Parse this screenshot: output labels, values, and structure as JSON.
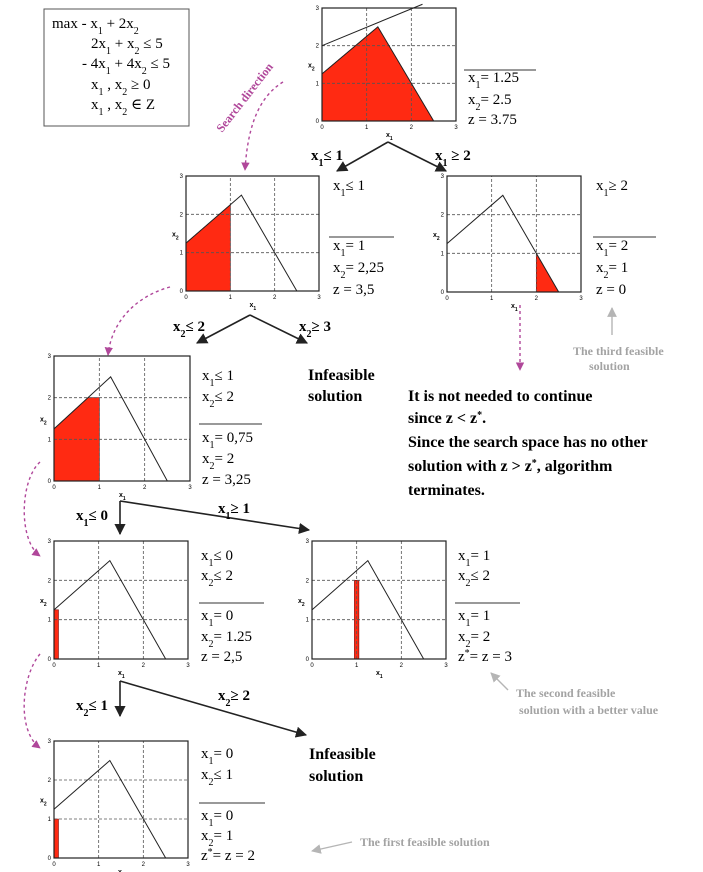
{
  "problem": {
    "lines": [
      {
        "parts": [
          [
            "max  - x",
            ""
          ],
          [
            "1",
            "sub"
          ],
          [
            " + 2x",
            ""
          ],
          [
            "2",
            "sub"
          ]
        ]
      },
      {
        "parts": [
          [
            "2x",
            ""
          ],
          [
            "1",
            "sub"
          ],
          [
            " +   x",
            ""
          ],
          [
            "2",
            "sub"
          ],
          [
            " ≤ 5",
            ""
          ]
        ]
      },
      {
        "parts": [
          [
            "- 4x",
            ""
          ],
          [
            "1",
            "sub"
          ],
          [
            " + 4x",
            ""
          ],
          [
            "2",
            "sub"
          ],
          [
            " ≤ 5",
            ""
          ]
        ]
      },
      {
        "parts": [
          [
            "x",
            ""
          ],
          [
            "1",
            "sub"
          ],
          [
            " , x",
            ""
          ],
          [
            "2",
            "sub"
          ],
          [
            " ≥ 0",
            ""
          ]
        ]
      },
      {
        "parts": [
          [
            "x",
            ""
          ],
          [
            "1",
            "sub"
          ],
          [
            " , x",
            ""
          ],
          [
            "2",
            "sub"
          ],
          [
            " ∈ Z",
            ""
          ]
        ]
      }
    ]
  },
  "search_direction": "Search direction",
  "nodes": {
    "root": {
      "constraints": [],
      "solution": [
        {
          "parts": [
            [
              "x",
              ""
            ],
            [
              "1",
              "sub"
            ],
            [
              "= 1.25",
              ""
            ]
          ]
        },
        {
          "parts": [
            [
              "x",
              ""
            ],
            [
              "2",
              "sub"
            ],
            [
              "= 2.5",
              ""
            ]
          ]
        },
        {
          "parts": [
            [
              "z = 3.75",
              ""
            ]
          ]
        }
      ]
    },
    "n1": {
      "constraints": [
        {
          "parts": [
            [
              "x",
              ""
            ],
            [
              "1",
              "sub"
            ],
            [
              "≤ 1",
              ""
            ]
          ]
        }
      ],
      "solution": [
        {
          "parts": [
            [
              "x",
              ""
            ],
            [
              "1",
              "sub"
            ],
            [
              "= 1",
              ""
            ]
          ]
        },
        {
          "parts": [
            [
              "x",
              ""
            ],
            [
              "2",
              "sub"
            ],
            [
              "= 2,25",
              ""
            ]
          ]
        },
        {
          "parts": [
            [
              "z = 3,5",
              ""
            ]
          ]
        }
      ]
    },
    "n2": {
      "constraints": [
        {
          "parts": [
            [
              "x",
              ""
            ],
            [
              "1",
              "sub"
            ],
            [
              "≥ 2",
              ""
            ]
          ]
        }
      ],
      "solution": [
        {
          "parts": [
            [
              "x",
              ""
            ],
            [
              "1",
              "sub"
            ],
            [
              "= 2",
              ""
            ]
          ]
        },
        {
          "parts": [
            [
              "x",
              ""
            ],
            [
              "2",
              "sub"
            ],
            [
              "= 1",
              ""
            ]
          ]
        },
        {
          "parts": [
            [
              "z = 0",
              ""
            ]
          ]
        }
      ]
    },
    "n3": {
      "constraints": [
        {
          "parts": [
            [
              "x",
              ""
            ],
            [
              "1",
              "sub"
            ],
            [
              "≤ 1",
              ""
            ]
          ]
        },
        {
          "parts": [
            [
              "x",
              ""
            ],
            [
              "2",
              "sub"
            ],
            [
              "≤ 2",
              ""
            ]
          ]
        }
      ],
      "solution": [
        {
          "parts": [
            [
              "x",
              ""
            ],
            [
              "1",
              "sub"
            ],
            [
              "= 0,75",
              ""
            ]
          ]
        },
        {
          "parts": [
            [
              "x",
              ""
            ],
            [
              "2",
              "sub"
            ],
            [
              "= 2",
              ""
            ]
          ]
        },
        {
          "parts": [
            [
              "z = 3,25",
              ""
            ]
          ]
        }
      ]
    },
    "n4": {
      "constraints": [
        {
          "parts": [
            [
              "x",
              ""
            ],
            [
              "1",
              "sub"
            ],
            [
              "≤ 0",
              ""
            ]
          ]
        },
        {
          "parts": [
            [
              "x",
              ""
            ],
            [
              "2",
              "sub"
            ],
            [
              "≤ 2",
              ""
            ]
          ]
        }
      ],
      "solution": [
        {
          "parts": [
            [
              "x",
              ""
            ],
            [
              "1",
              "sub"
            ],
            [
              "= 0",
              ""
            ]
          ]
        },
        {
          "parts": [
            [
              "x",
              ""
            ],
            [
              "2",
              "sub"
            ],
            [
              "= 1.25",
              ""
            ]
          ]
        },
        {
          "parts": [
            [
              "z = 2,5",
              ""
            ]
          ]
        }
      ]
    },
    "n5": {
      "constraints": [
        {
          "parts": [
            [
              "x",
              ""
            ],
            [
              "1",
              "sub"
            ],
            [
              "= 1",
              ""
            ]
          ]
        },
        {
          "parts": [
            [
              "x",
              ""
            ],
            [
              "2",
              "sub"
            ],
            [
              "≤ 2",
              ""
            ]
          ]
        }
      ],
      "solution": [
        {
          "parts": [
            [
              "x",
              ""
            ],
            [
              "1",
              "sub"
            ],
            [
              "= 1",
              ""
            ]
          ]
        },
        {
          "parts": [
            [
              "x",
              ""
            ],
            [
              "2",
              "sub"
            ],
            [
              "= 2",
              ""
            ]
          ]
        },
        {
          "parts": [
            [
              "z",
              ""
            ],
            [
              "*",
              "sup"
            ],
            [
              "= z = 3",
              ""
            ]
          ]
        }
      ]
    },
    "n6": {
      "constraints": [
        {
          "parts": [
            [
              "x",
              ""
            ],
            [
              "1",
              "sub"
            ],
            [
              "= 0",
              ""
            ]
          ]
        },
        {
          "parts": [
            [
              "x",
              ""
            ],
            [
              "2",
              "sub"
            ],
            [
              "≤ 1",
              ""
            ]
          ]
        }
      ],
      "solution": [
        {
          "parts": [
            [
              "x",
              ""
            ],
            [
              "1",
              "sub"
            ],
            [
              "= 0",
              ""
            ]
          ]
        },
        {
          "parts": [
            [
              "x",
              ""
            ],
            [
              "2",
              "sub"
            ],
            [
              "= 1",
              ""
            ]
          ]
        },
        {
          "parts": [
            [
              "z",
              ""
            ],
            [
              "*",
              "sup"
            ],
            [
              "= z = 2",
              ""
            ]
          ]
        }
      ]
    }
  },
  "branches": {
    "root_left": {
      "parts": [
        [
          "x",
          ""
        ],
        [
          "1",
          "sub"
        ],
        [
          "≤ 1",
          ""
        ]
      ]
    },
    "root_right": {
      "parts": [
        [
          "x",
          ""
        ],
        [
          "1",
          "sub"
        ],
        [
          " ≥ 2",
          ""
        ]
      ]
    },
    "n1_left": {
      "parts": [
        [
          "x",
          ""
        ],
        [
          "2",
          "sub"
        ],
        [
          "≤ 2",
          ""
        ]
      ]
    },
    "n1_right": {
      "parts": [
        [
          "x",
          ""
        ],
        [
          "2",
          "sub"
        ],
        [
          "≥ 3",
          ""
        ]
      ]
    },
    "n3_left": {
      "parts": [
        [
          "x",
          ""
        ],
        [
          "1",
          "sub"
        ],
        [
          "≤ 0",
          ""
        ]
      ]
    },
    "n3_right": {
      "parts": [
        [
          "x",
          ""
        ],
        [
          "1",
          "sub"
        ],
        [
          "≥ 1",
          ""
        ]
      ]
    },
    "n4_left": {
      "parts": [
        [
          "x",
          ""
        ],
        [
          "2",
          "sub"
        ],
        [
          "≤ 1",
          ""
        ]
      ]
    },
    "n4_right": {
      "parts": [
        [
          "x",
          ""
        ],
        [
          "2",
          "sub"
        ],
        [
          "≥ 2",
          ""
        ]
      ]
    }
  },
  "infeasible_1": [
    "Infeasible",
    "solution"
  ],
  "infeasible_2": [
    "Infeasible",
    "solution"
  ],
  "termination": {
    "lines": [
      {
        "parts": [
          [
            "It is not needed to continue",
            ""
          ]
        ]
      },
      {
        "parts": [
          [
            "since  z < z",
            ""
          ],
          [
            "*",
            "sup"
          ],
          [
            ".",
            ""
          ]
        ]
      },
      {
        "parts": [
          [
            "Since the search space has no other",
            ""
          ]
        ]
      },
      {
        "parts": [
          [
            "solution with z > z",
            ""
          ],
          [
            "*",
            "sup"
          ],
          [
            ", algorithm",
            ""
          ]
        ]
      },
      {
        "parts": [
          [
            "terminates.",
            ""
          ]
        ]
      }
    ]
  },
  "notes": {
    "third": [
      "The third feasible",
      "solution"
    ],
    "second": [
      "The second feasible",
      "solution with a better value"
    ],
    "first": [
      "The first feasible solution"
    ]
  },
  "axis": {
    "x_label": {
      "parts": [
        [
          "x",
          ""
        ],
        [
          "1",
          "sub"
        ]
      ]
    },
    "y_label": {
      "parts": [
        [
          "x",
          ""
        ],
        [
          "2",
          "sub"
        ]
      ]
    },
    "ticks": [
      "0",
      "1",
      "2",
      "3"
    ]
  },
  "colors": {
    "feasible_fill": "#ff2a12",
    "purple": "#b0479a",
    "gray": "#a3a3a3"
  }
}
